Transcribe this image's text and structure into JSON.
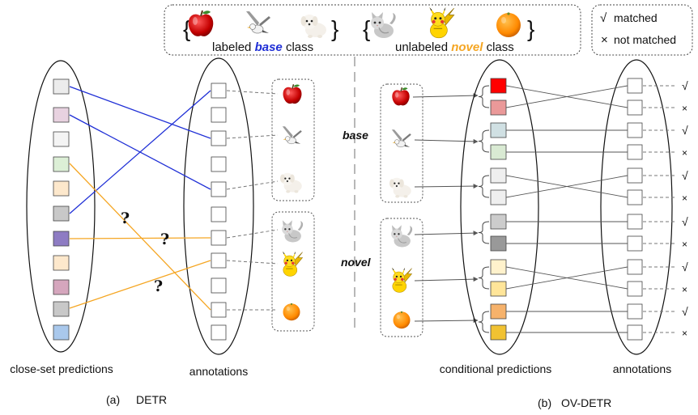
{
  "colors": {
    "base": "#1f2fd6",
    "novel": "#f5a623",
    "gray_line": "#666666",
    "dash": "#777777"
  },
  "icon_names": [
    "apple-icon",
    "seagull-icon",
    "white-dog-icon",
    "cat-icon",
    "pikachu-icon",
    "orange-icon"
  ],
  "legend_top": {
    "labeled_prefix": "labeled",
    "base_word": "base",
    "labeled_suffix": "class",
    "unlabeled_prefix": "unlabeled",
    "novel_word": "novel",
    "unlabeled_suffix": "class"
  },
  "legend_right": {
    "matched_symbol": "√",
    "matched_label": "matched",
    "not_matched_symbol": "×",
    "not_matched_label": "not matched"
  },
  "detr": {
    "predictions_label": "close-set predictions",
    "annotations_label": "annotations",
    "caption_letter": "(a)",
    "caption_name": "DETR",
    "question_mark": "?",
    "prediction_colors": [
      "#ececec",
      "#e8d2e0",
      "#f4f4f4",
      "#dcefd6",
      "#fde8cc",
      "#c8c8c8",
      "#8e7cc3",
      "#fde8cc",
      "#d5a6bd",
      "#c8c8c8",
      "#a9c8ec"
    ]
  },
  "ovdetr": {
    "base_label": "base",
    "novel_label": "novel",
    "predictions_label": "conditional predictions",
    "annotations_label": "annotations",
    "caption_letter": "(b)",
    "caption_name": "OV-DETR",
    "prediction_colors": [
      "#ff0000",
      "#ea9999",
      "#d0e0e3",
      "#d9ead3",
      "#efefef",
      "#efefef",
      "#cccccc",
      "#999999",
      "#fff2cc",
      "#ffe599",
      "#f6b26b",
      "#f1c232"
    ],
    "match_marks": [
      "√",
      "×",
      "√",
      "×",
      "√",
      "×",
      "√",
      "×",
      "√",
      "×",
      "√",
      "×"
    ]
  }
}
